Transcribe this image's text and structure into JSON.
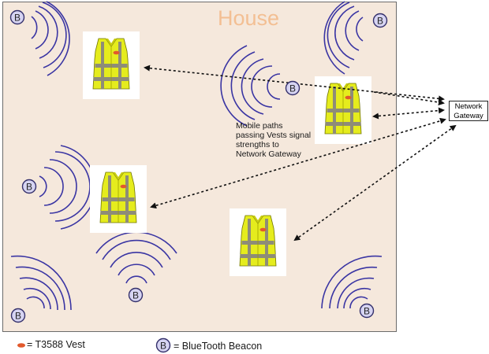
{
  "house": {
    "title": "House"
  },
  "note": {
    "lines": [
      "Mobile paths",
      "passing Vests signal",
      "strengths to",
      "Network Gateway"
    ]
  },
  "gateway": {
    "lines": [
      "Network",
      "Gateway"
    ]
  },
  "beacon": {
    "letter": "B"
  },
  "legend": {
    "vest_label": "= T3588 Vest",
    "beacon_label": "= BlueTooth Beacon"
  },
  "colors": {
    "house_fill": "#f5e8dc",
    "house_title": "#f3bf93",
    "signal_waves": "#3a35a3",
    "vest_yellow": "#e5ec1d",
    "vest_stripe": "#8e8c78",
    "vest_badge": "#e2592c"
  }
}
